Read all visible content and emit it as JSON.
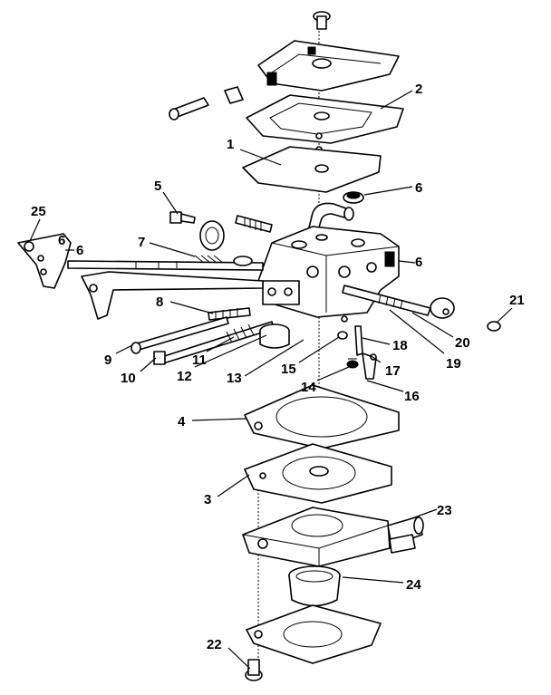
{
  "diagram": {
    "colors": {
      "ink": "#000000",
      "paper": "#ffffff"
    },
    "callouts": [
      {
        "id": "1",
        "text": "1"
      },
      {
        "id": "2",
        "text": "2"
      },
      {
        "id": "3",
        "text": "3"
      },
      {
        "id": "4",
        "text": "4"
      },
      {
        "id": "5",
        "text": "5"
      },
      {
        "id": "6a",
        "text": "6"
      },
      {
        "id": "6b",
        "text": "6"
      },
      {
        "id": "6c",
        "text": "6"
      },
      {
        "id": "7",
        "text": "7"
      },
      {
        "id": "8",
        "text": "8"
      },
      {
        "id": "9",
        "text": "9"
      },
      {
        "id": "10",
        "text": "10"
      },
      {
        "id": "11",
        "text": "11"
      },
      {
        "id": "12",
        "text": "12"
      },
      {
        "id": "13",
        "text": "13"
      },
      {
        "id": "14",
        "text": "14"
      },
      {
        "id": "15",
        "text": "15"
      },
      {
        "id": "16",
        "text": "16"
      },
      {
        "id": "17",
        "text": "17"
      },
      {
        "id": "18",
        "text": "18"
      },
      {
        "id": "19",
        "text": "19"
      },
      {
        "id": "20",
        "text": "20"
      },
      {
        "id": "21",
        "text": "21"
      },
      {
        "id": "22",
        "text": "22"
      },
      {
        "id": "23",
        "text": "23"
      },
      {
        "id": "24",
        "text": "24"
      },
      {
        "id": "25",
        "text": "25"
      },
      {
        "id": "6d",
        "text": "6"
      }
    ]
  }
}
